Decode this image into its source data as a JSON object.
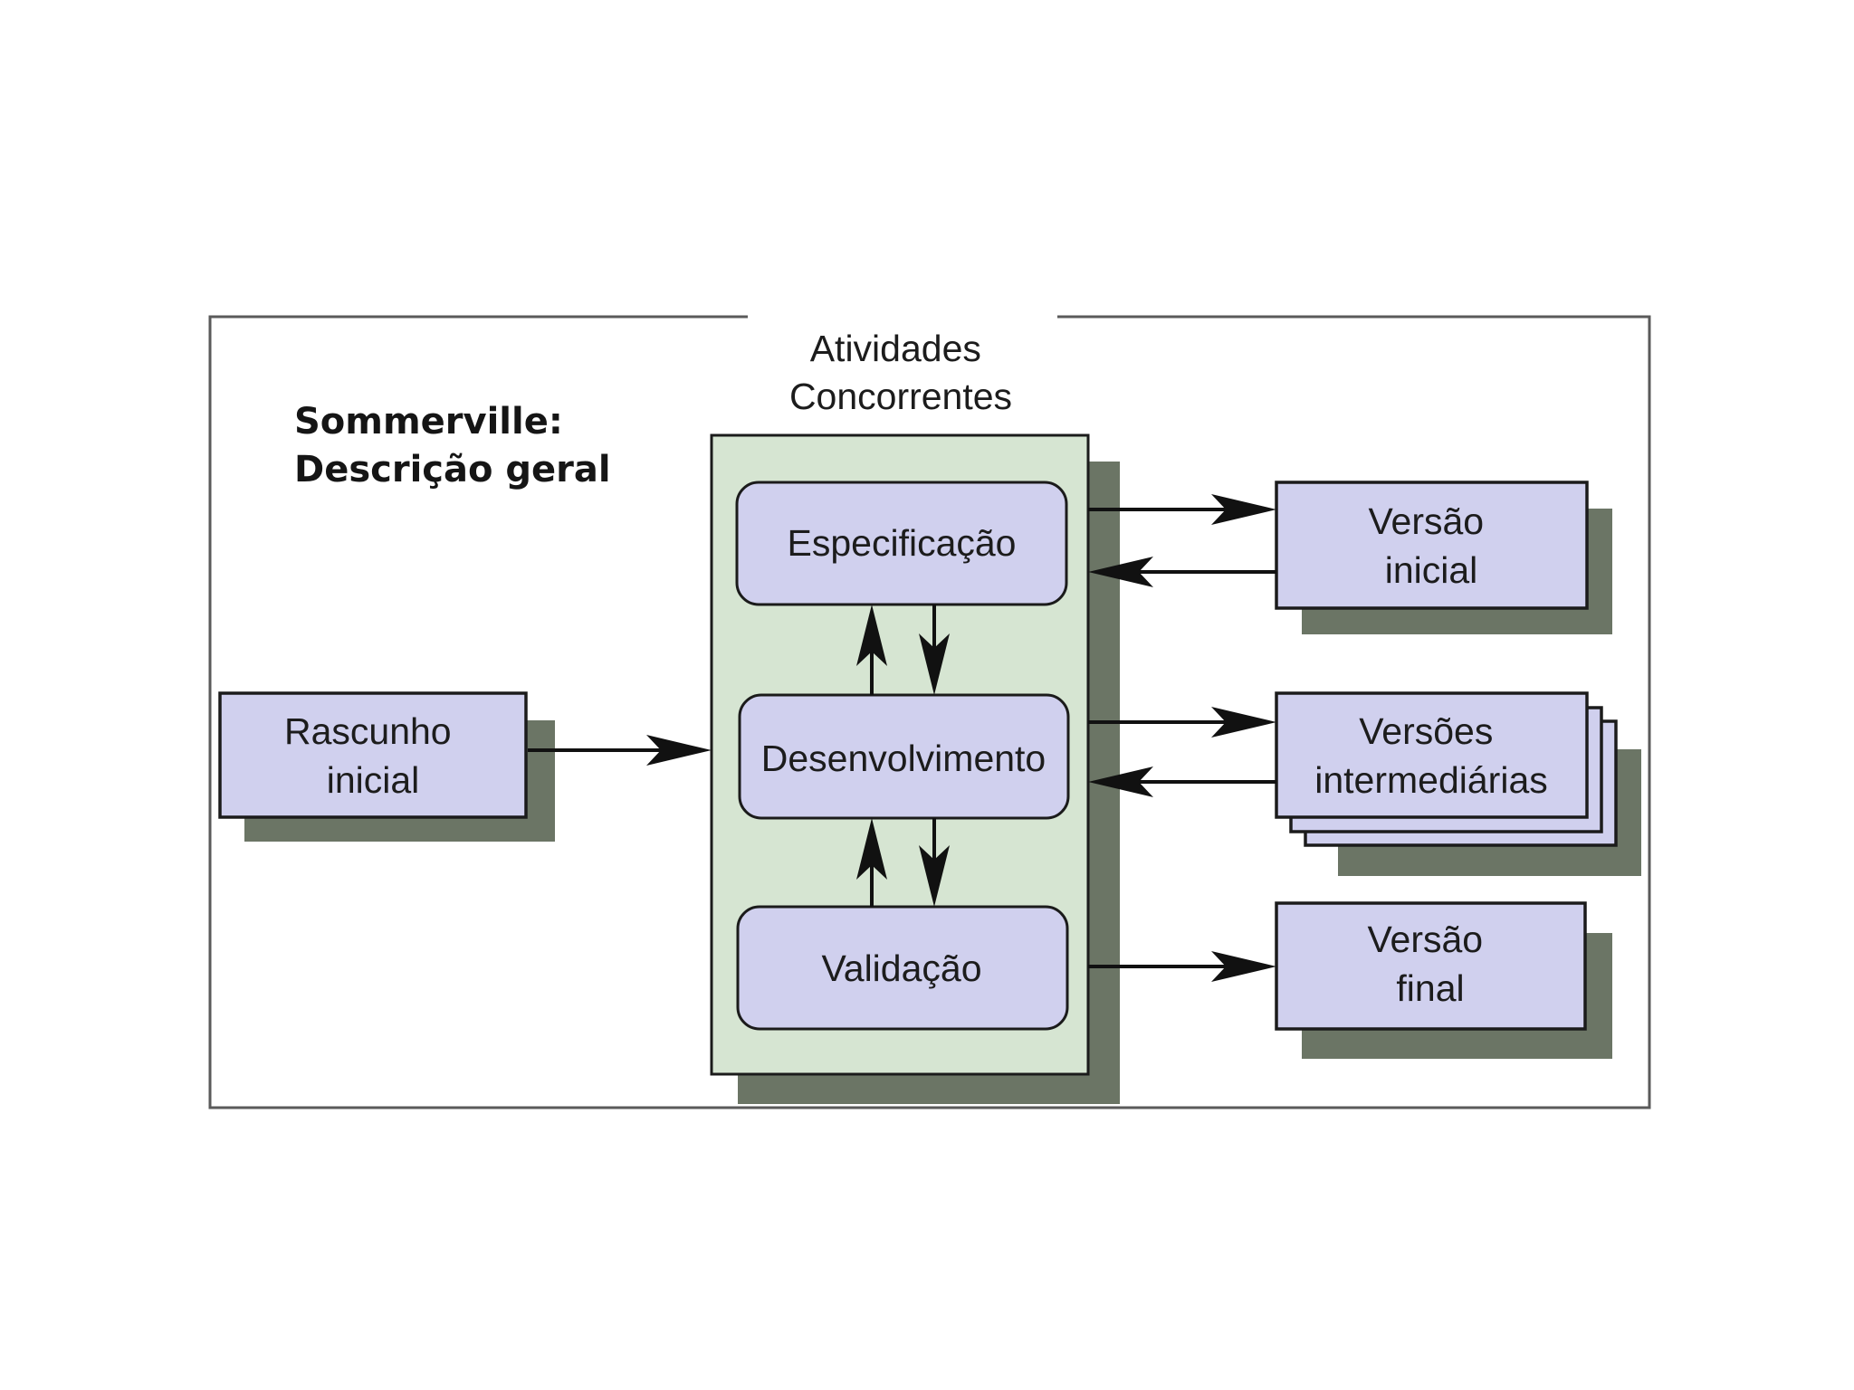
{
  "diagram": {
    "heading": {
      "line1": "Sommerville:",
      "line2": "Descrição geral"
    },
    "container": {
      "line1": "Atividades",
      "line2": "Concorrentes"
    },
    "activities": {
      "specification": "Especificação",
      "development": "Desenvolvimento",
      "validation": "Validação"
    },
    "input": {
      "line1": "Rascunho",
      "line2": "inicial"
    },
    "outputs": {
      "initial": {
        "line1": "Versão",
        "line2": "inicial"
      },
      "intermediate": {
        "line1": "Versões",
        "line2": "intermediárias"
      },
      "final": {
        "line1": "Versão",
        "line2": "final"
      }
    },
    "colors": {
      "block_fill": "#d0d0ee",
      "container_fill": "#d6e5d2",
      "shadow": "#6b7565"
    }
  }
}
